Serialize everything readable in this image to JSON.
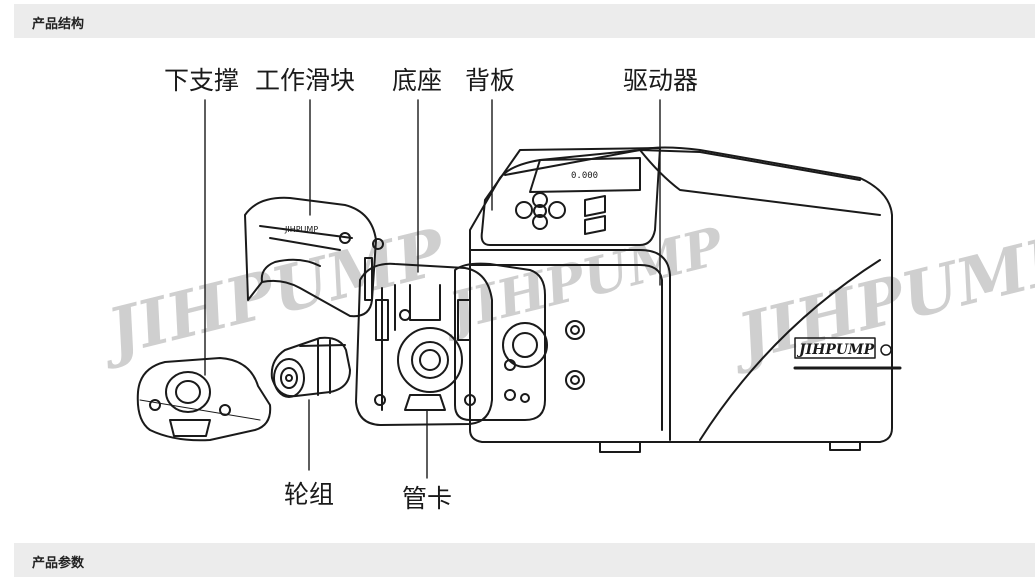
{
  "sections": [
    {
      "title": "产品结构"
    },
    {
      "title": "产品参数"
    }
  ],
  "figure": {
    "callouts": {
      "lower_support": "下支撑",
      "work_slider": "工作滑块",
      "base": "底座",
      "back_plate": "背板",
      "driver": "驱动器",
      "roller_group": "轮组",
      "tube_clamp": "管卡"
    },
    "watermark": "JIHPUMP",
    "brand_logo": "JIHPUMP",
    "display_text": "0.000"
  },
  "colors": {
    "section_bar": "#ececec",
    "line_art": "#1a1a1a",
    "watermark": "#c9c9c9"
  }
}
